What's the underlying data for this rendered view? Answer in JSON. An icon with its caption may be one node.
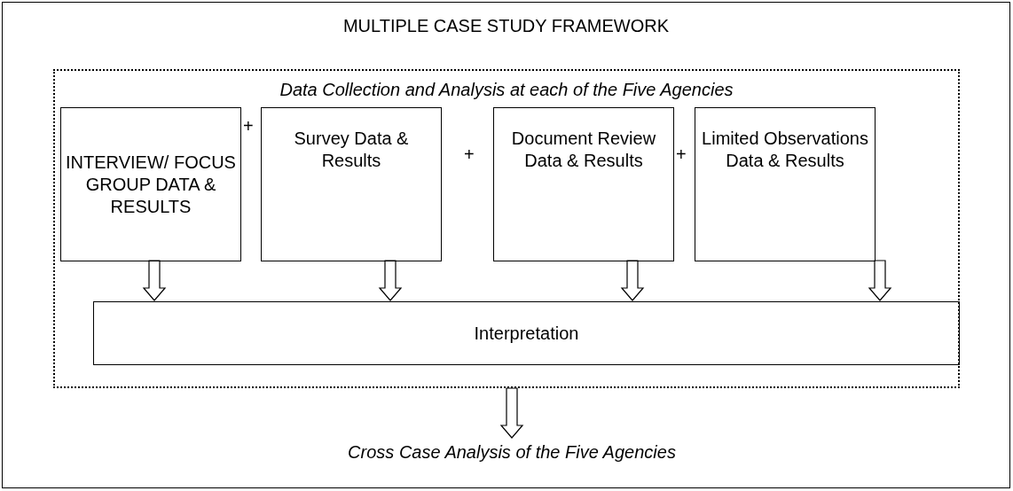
{
  "diagram": {
    "nodes": [
      {
        "text": [
          "MULTIPLE CASE STUDY FRAMEWORK"
        ]
      },
      {
        "text": [
          "Data Collection and Analysis at each of the Five Agencies"
        ],
        "in": 0
      },
      {
        "text": [
          "INTERVIEW/ FOCUS GROUP DATA & RESULTS"
        ],
        "in": 1
      },
      {
        "text": [
          "Survey Data & Results"
        ],
        "in": 1
      },
      {
        "text": [
          "Document Review Data & Results"
        ],
        "in": 1
      },
      {
        "text": [
          "Limited Observations Data & Results"
        ],
        "in": 1
      },
      {
        "text": [
          "Interpretation"
        ],
        "in": 1
      },
      {
        "text": [
          "Cross Case Analysis of the Five Agencies"
        ],
        "in": 0
      }
    ],
    "edges": [
      {
        "from": 2,
        "to": 6,
        "arrow": "to"
      },
      {
        "from": 3,
        "to": 6,
        "arrow": "to"
      },
      {
        "from": 4,
        "to": 6,
        "arrow": "to"
      },
      {
        "from": 5,
        "to": 6,
        "arrow": "to"
      },
      {
        "from": 1,
        "to": 7,
        "arrow": "to"
      }
    ],
    "labels": [
      "+",
      "+",
      "+"
    ]
  }
}
